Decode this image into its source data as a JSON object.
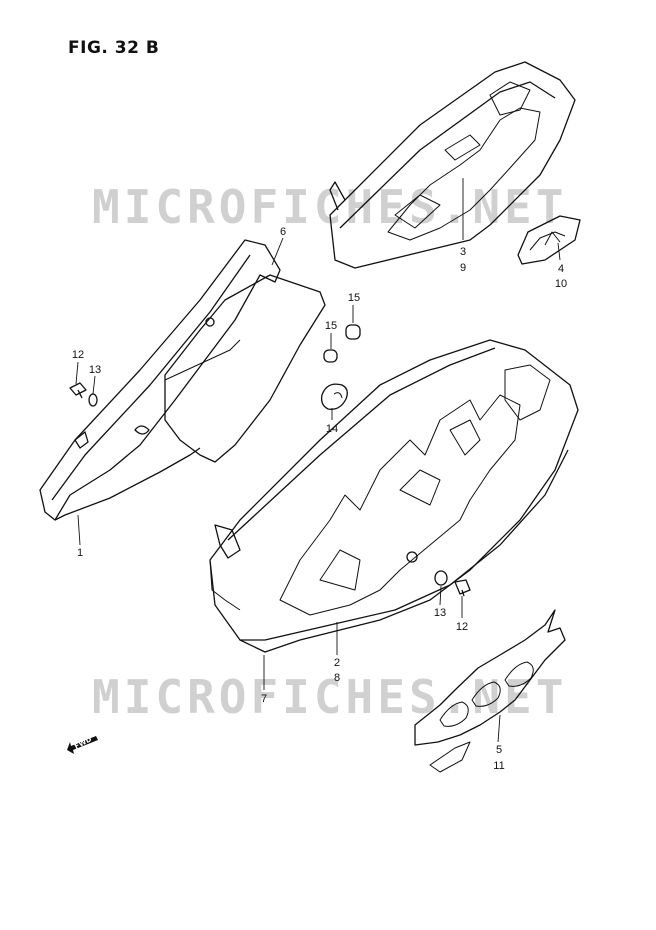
{
  "figure": {
    "title": "FIG. 32 B"
  },
  "watermark": {
    "text": "MICROFICHES.NET"
  },
  "fwd_label": "FWD",
  "callouts": [
    {
      "id": "p1",
      "text": "1"
    },
    {
      "id": "p2",
      "text": "2"
    },
    {
      "id": "p3",
      "text": "3"
    },
    {
      "id": "p4",
      "text": "4"
    },
    {
      "id": "p5",
      "text": "5"
    },
    {
      "id": "p6",
      "text": "6"
    },
    {
      "id": "p7",
      "text": "7"
    },
    {
      "id": "p8",
      "text": "8"
    },
    {
      "id": "p9",
      "text": "9"
    },
    {
      "id": "p10",
      "text": "10"
    },
    {
      "id": "p11",
      "text": "11"
    },
    {
      "id": "p12a",
      "text": "12"
    },
    {
      "id": "p12b",
      "text": "12"
    },
    {
      "id": "p13a",
      "text": "13"
    },
    {
      "id": "p13b",
      "text": "13"
    },
    {
      "id": "p14",
      "text": "14"
    },
    {
      "id": "p15a",
      "text": "15"
    },
    {
      "id": "p15b",
      "text": "15"
    }
  ]
}
